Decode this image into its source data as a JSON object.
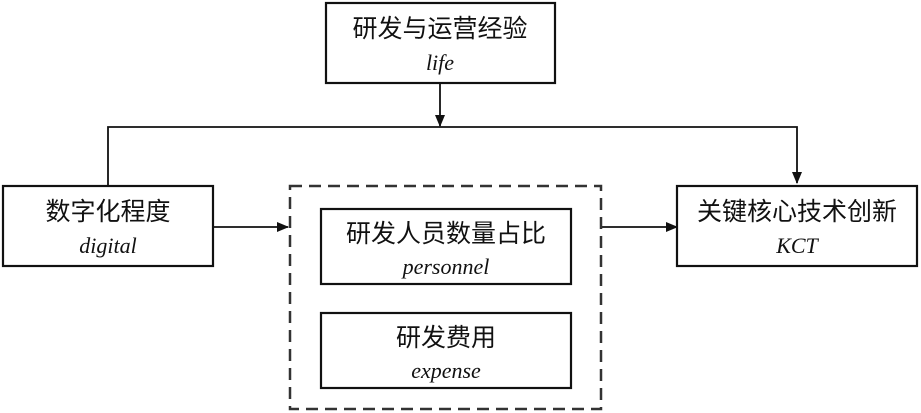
{
  "nodes": {
    "life": {
      "zh": "研发与运营经验",
      "en": "life"
    },
    "digital": {
      "zh": "数字化程度",
      "en": "digital"
    },
    "personnel": {
      "zh": "研发人员数量占比",
      "en": "personnel"
    },
    "expense": {
      "zh": "研发费用",
      "en": "expense"
    },
    "kct": {
      "zh": "关键核心技术创新",
      "en": "KCT"
    }
  }
}
